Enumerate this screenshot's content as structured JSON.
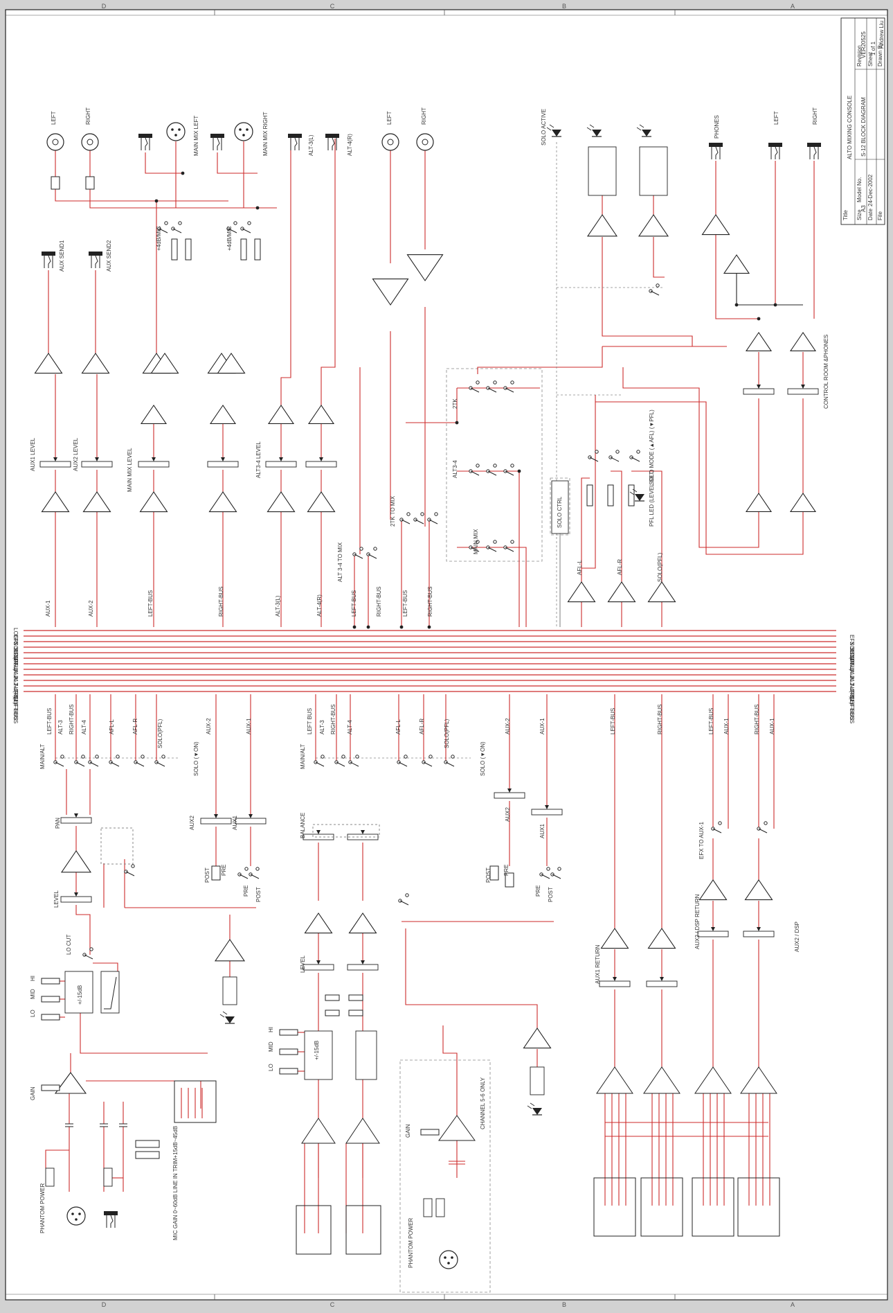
{
  "zones": {
    "top": [
      "D",
      "C",
      "B",
      "A"
    ],
    "bottom": [
      "D",
      "C",
      "B",
      "A"
    ]
  },
  "colors": {
    "signal": "#cc2a2a",
    "ink": "#222222",
    "sheet": "#ffffff",
    "frame": "#d2d2d2"
  },
  "title_block": {
    "title_label": "Title",
    "title": "ALTO MIXING CONSOLE",
    "size_label": "Size",
    "size": "A3",
    "model_label": "Model No.",
    "model": "S-12 BLOCK DIAGRAM",
    "revision_label": "Revision",
    "revision": "VER20525",
    "date_label": "Date",
    "date": "24-Dec-2002",
    "file_label": "File",
    "sheet_label": "Sheet",
    "sheet": "1 of 1",
    "drawn_label": "Drawn By",
    "drawn": "Andrew Liu"
  },
  "bus_labels_left": [
    "LOGIC",
    "EFX SEND",
    "SOLO(PFL)",
    "AFL-R",
    "AFL-L",
    "AUX-2",
    "AUX-1",
    "ALT-4(R)",
    "ALT-3(L)",
    "RIGHT-BUS",
    "LEFT-BUS"
  ],
  "bus_labels_right": [
    "EFX SEND",
    "SOLO(PFL)",
    "AFL-R",
    "AFL-L",
    "AUX-2",
    "AUX-1",
    "ALT-4(R)",
    "ALT-3(L)",
    "RIGHT-BUS",
    "LEFT-BUS"
  ],
  "upper_labels": {
    "out_left": "LEFT",
    "out_right": "RIGHT",
    "main_mix_left": "MAIN MIX LEFT",
    "main_mix_right": "MAIN MIX RIGHT",
    "alt3": "ALT-3(L)",
    "alt4": "ALT-4(R)",
    "tape_left": "LEFT",
    "tape_right": "RIGHT",
    "solo_active": "SOLO ACTIVE",
    "phones": "PHONES",
    "cr_left": "LEFT",
    "cr_right": "RIGHT",
    "aux_send1": "AUX SEND1",
    "aux_send2": "AUX SEND2",
    "db1": "+4dB/MIC",
    "db2": "+4dB/MIC",
    "aux1_level": "AUX1 LEVEL",
    "aux2_level": "AUX2 LEVEL",
    "main_mix_level": "MAIN MIX LEVEL",
    "alt34_level": "ALT3-4 LEVEL",
    "alt34_to_mix": "ALT 3-4 TO MIX",
    "tk_to_mix": "2TK TO MIX",
    "sw_2tk": "2TK",
    "sw_alt34": "ALT3-4",
    "sw_main": "MAIN MIX",
    "solo_ctrl": "SOLO CTRL",
    "solo_mode": "SOLO MODE (▲AFL) (▼PFL)",
    "pfl_led": "PFL LED (LEVEL SET)",
    "control_room": "CONTROL ROOM &PHONES",
    "afl_l": "AFL-L",
    "afl_r": "AFL-R",
    "solo_pfl": "SOLO(PFL)",
    "aux1_bus": "AUX-1",
    "aux2_bus": "AUX-2",
    "left_bus_a": "LEFT-BUS",
    "right_bus_a": "RIGHT-BUS",
    "alt3_bus": "ALT-3(L)",
    "alt4_bus": "ALT-4(R)",
    "left_bus_b": "LEFT-BUS",
    "right_bus_b": "RIGHT-BUS",
    "left_bus_c": "LEFT-BUS",
    "right_bus_c": "RIGHT-BUS"
  },
  "lower_labels": {
    "main_alt_1": "MAIN/ALT",
    "main_alt_2": "MAIN/ALT",
    "ch1_left_bus": "LEFT-BUS",
    "ch1_right_bus": "RIGHT-BUS",
    "ch1_alt3": "ALT-3",
    "ch1_alt4": "ALT-4",
    "ch1_afl_l": "AFL-L",
    "ch1_afl_r": "AFL-R",
    "ch1_solo": "SOLO(PFL)",
    "ch1_aux2": "AUX-2",
    "ch1_aux1": "AUX-1",
    "ch2_left_bus": "LEFT BUS",
    "ch2_right_bus": "RIGHT-BUS",
    "ch2_alt3": "ALT-3",
    "ch2_alt4": "ALT-4",
    "ch2_afl_l": "AFL-L",
    "ch2_afl_r": "AFL-R",
    "ch2_solo": "SOLO(PFL)",
    "ch2_aux2": "AUX-2",
    "ch2_aux1": "AUX-1",
    "solo_on_1": "SOLO (▼ON)",
    "solo_on_2": "SOLO (▼ON)",
    "pan": "PAN",
    "balance": "BALANCE",
    "aux2_a": "AUX2",
    "aux1_a": "AUX1",
    "aux2_b": "AUX2",
    "aux1_b": "AUX1",
    "post_a": "POST",
    "pre_a": "PRE",
    "pre_b": "PRE",
    "post_b": "POST",
    "post_c": "POST",
    "pre_c": "PRE",
    "pre_d": "PRE",
    "post_d": "POST",
    "level_1": "LEVEL",
    "level_2": "LEVEL",
    "lo_cut": "LO CUT",
    "eq_hi_1": "HI",
    "eq_mid_1": "MID",
    "eq_lo_1": "LO",
    "eq_db_1": "+/-15dB",
    "eq_hi_2": "HI",
    "eq_mid_2": "MID",
    "eq_lo_2": "LO",
    "eq_db_2": "+/-15dB",
    "gain_1": "GAIN",
    "gain_2": "GAIN",
    "phantom_1": "PHANTOM POWER",
    "phantom_2": "PHANTOM POWER",
    "mic_gain": "MIC GAIN 0~60dB LINE IN TRIM+15dB~45dB",
    "channel56": "CHANNEL 5-6 ONLY",
    "efx_to_aux1": "EFX TO AUX-1",
    "aux1_return": "AUX1 RETURN",
    "aux2_dsp_return": "AUX2 / DSP RETURN",
    "aux2_dsp": "AUX2 / DSP",
    "ret_left_bus_a": "LEFT-BUS",
    "ret_right_bus_a": "RIGHT-BUS",
    "ret_left_bus_b": "LEFT-BUS",
    "ret_aux1_a": "AUX-1",
    "ret_right_bus_b": "RIGHT-BUS",
    "ret_aux1_b": "AUX-1"
  }
}
